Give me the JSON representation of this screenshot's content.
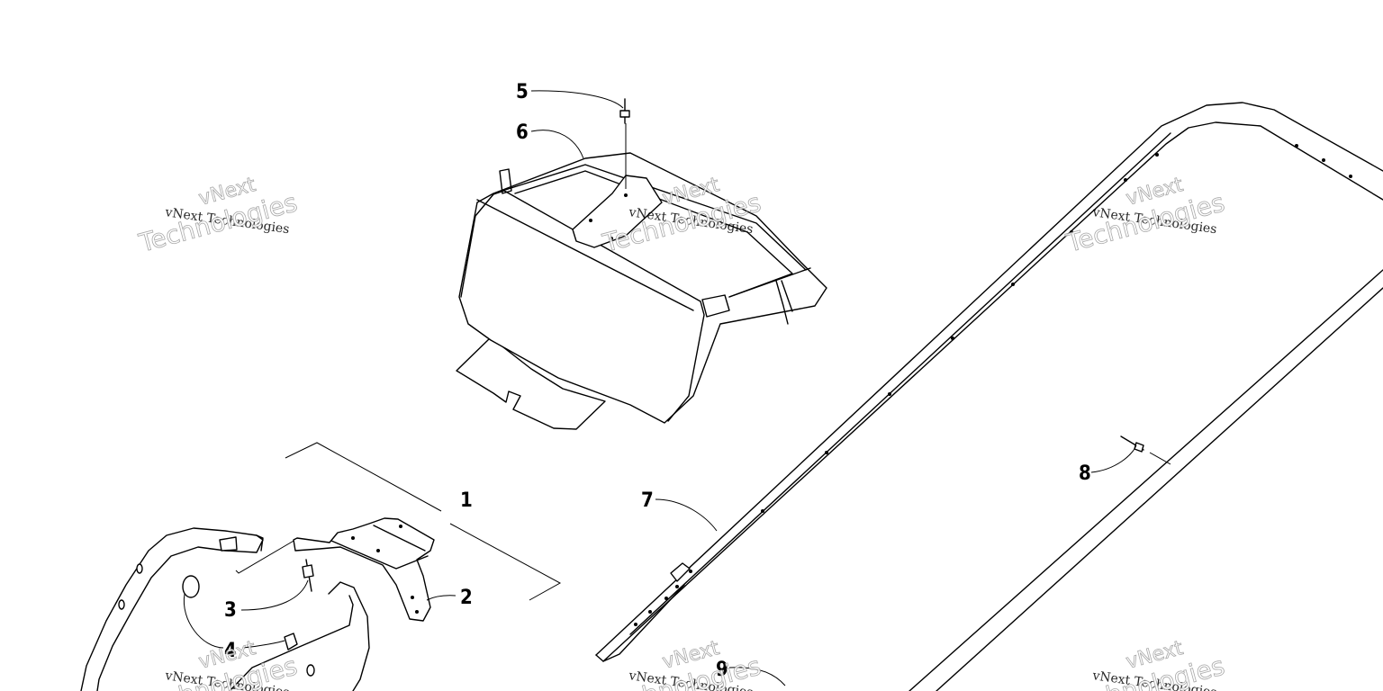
{
  "diagram": {
    "callouts": [
      {
        "id": "1",
        "label": "1"
      },
      {
        "id": "2",
        "label": "2"
      },
      {
        "id": "3",
        "label": "3"
      },
      {
        "id": "4",
        "label": "4"
      },
      {
        "id": "5",
        "label": "5"
      },
      {
        "id": "6",
        "label": "6"
      },
      {
        "id": "7",
        "label": "7"
      },
      {
        "id": "8",
        "label": "8"
      },
      {
        "id": "9",
        "label": "9"
      }
    ]
  },
  "watermark": {
    "line1": "vNext Technologies",
    "big_word1": "vNext",
    "big_word2": "Technologies"
  }
}
